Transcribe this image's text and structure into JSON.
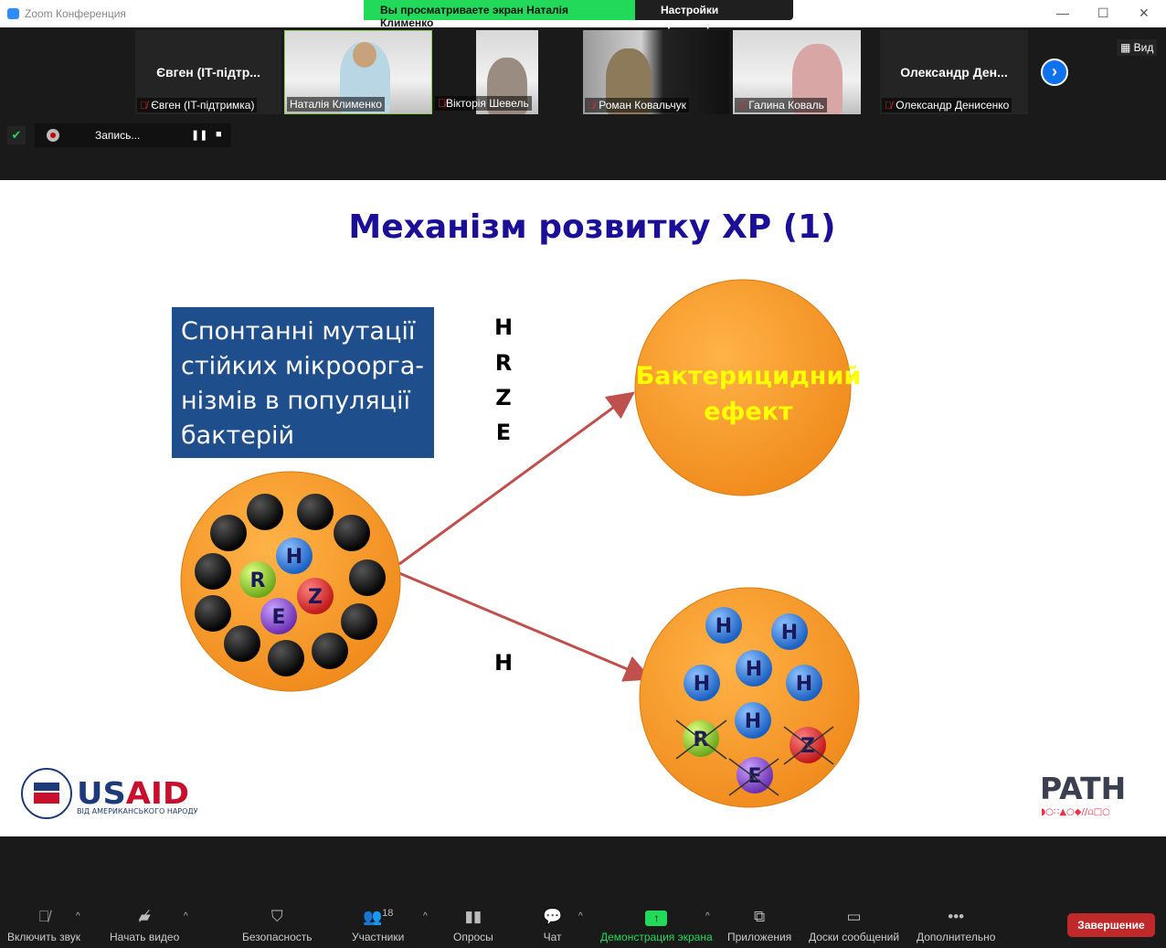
{
  "window": {
    "title": "Zoom Конференция",
    "minimize": "—",
    "maximize": "☐",
    "close": "✕"
  },
  "banner": {
    "viewing": "Вы просматриваете экран Наталія Клименко",
    "view_settings": "Настройки просмотра ⌄"
  },
  "participants": [
    {
      "display": "Євген (IT-підтр...",
      "name": "Євген (IT-підтримка)",
      "video": false
    },
    {
      "name": "Наталія Клименко",
      "video": true,
      "active": true
    },
    {
      "name": "Вікторія Шевель",
      "video": true
    },
    {
      "name": "Роман Ковальчук",
      "video": true
    },
    {
      "name": "Галина Коваль",
      "video": true
    },
    {
      "display": "Олександр  Ден...",
      "name": "Олександр Денисенко",
      "video": false
    }
  ],
  "view_button": "▦ Вид",
  "recording": {
    "label": "Запись...",
    "pause": "❚❚",
    "stop": "■"
  },
  "slide": {
    "title": "Механізм розвитку ХР (1)",
    "box_lines": [
      "Спонтанні мутації",
      "стійких мікроорга-",
      "нізмів в популяції",
      "бактерій"
    ],
    "drugs": [
      "H",
      "R",
      "Z",
      "E"
    ],
    "lower_drug": "H",
    "effect_lines": [
      "Бактерицидний",
      "ефект"
    ],
    "left_balls": [
      "H",
      "R",
      "Z",
      "E"
    ],
    "right_balls": [
      "H",
      "H",
      "H",
      "H",
      "H",
      "H",
      "R",
      "E",
      "Z"
    ],
    "usaid": {
      "name": "USAID",
      "tagline": "ВІД АМЕРИКАНСЬКОГО НАРОДУ"
    },
    "path_logo": "PATH",
    "colors": {
      "title": "#1a0f96",
      "box": "#1f4e8c",
      "orange": "#f59b2b",
      "arrow": "#c0504d",
      "effect": "#ffff00"
    }
  },
  "toolbar": {
    "unmute": "Включить звук",
    "start_video": "Начать видео",
    "security": "Безопасность",
    "participants": "Участники",
    "participants_count": "18",
    "polls": "Опросы",
    "chat": "Чат",
    "share": "Демонстрация экрана",
    "apps": "Приложения",
    "whiteboards": "Доски сообщений",
    "more": "Дополнительно",
    "end": "Завершение"
  }
}
